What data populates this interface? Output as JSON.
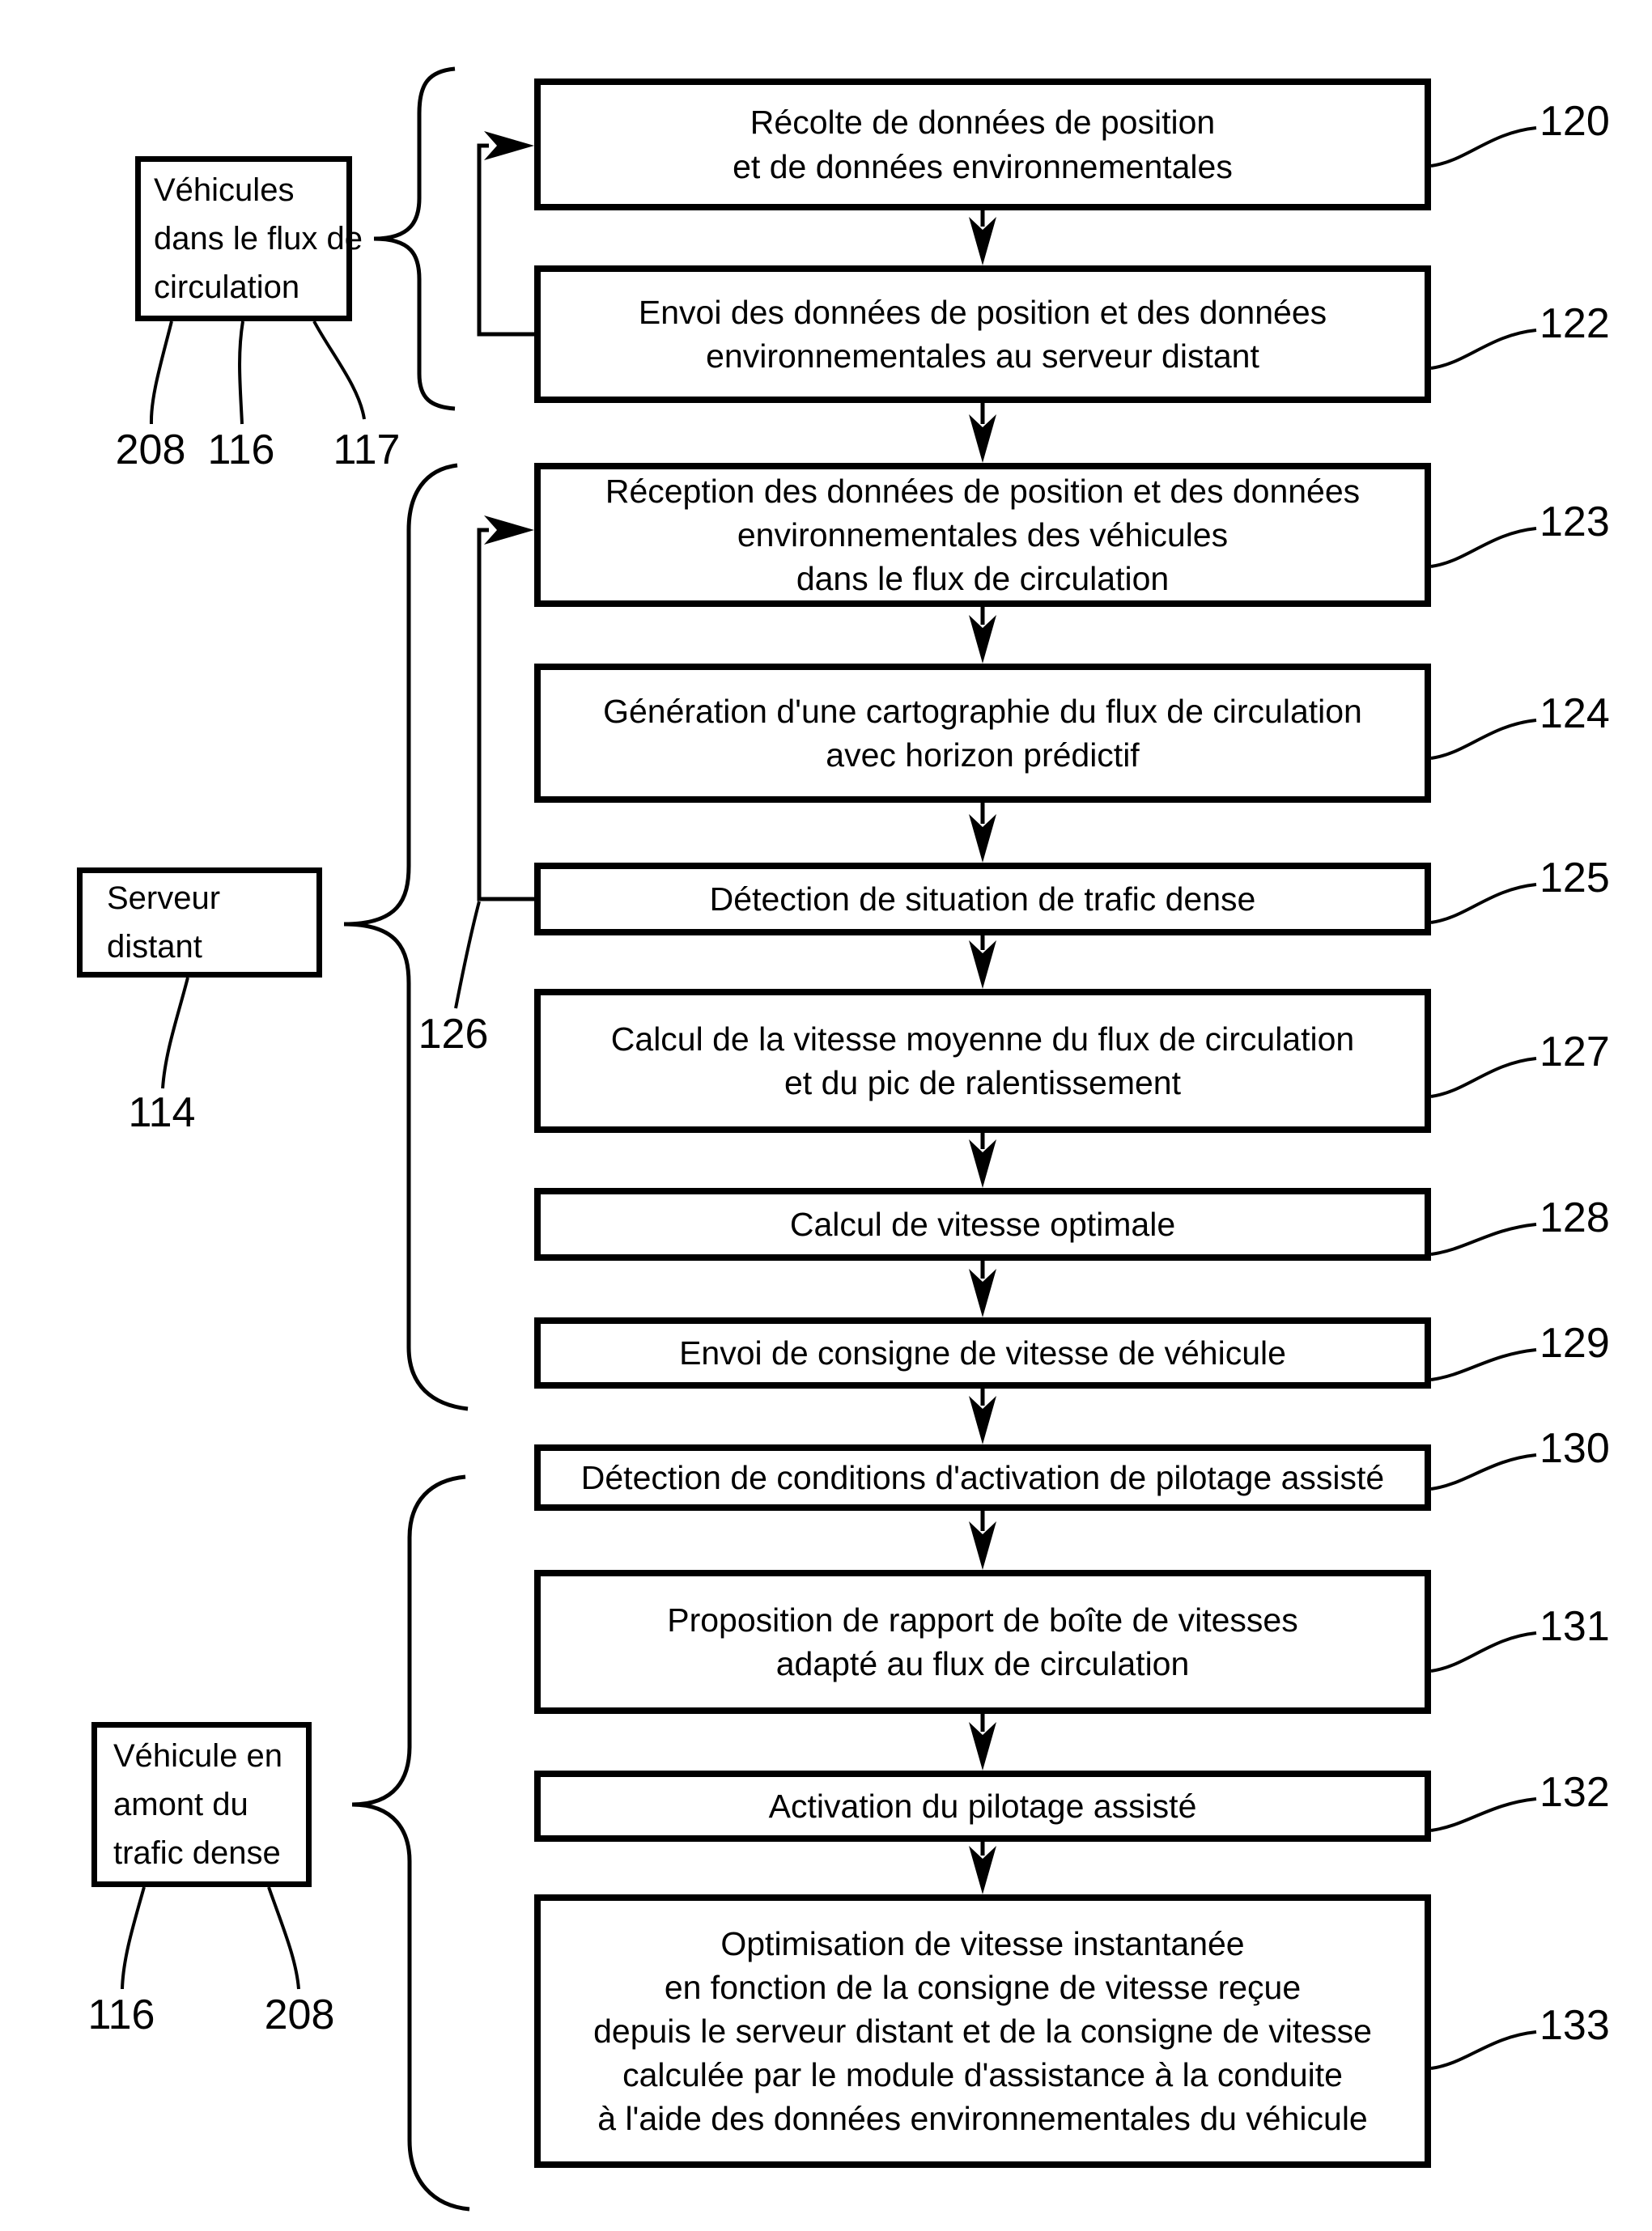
{
  "canvas": {
    "background": "#ffffff",
    "ink": "#000000"
  },
  "flow": [
    {
      "ref": "120",
      "lines": [
        "Récolte de données de position",
        "et de données environnementales"
      ]
    },
    {
      "ref": "122",
      "lines": [
        "Envoi des données de position et des données",
        "environnementales au serveur distant"
      ]
    },
    {
      "ref": "123",
      "lines": [
        "Réception des données de position et des données",
        "environnementales des véhicules",
        "dans le flux de circulation"
      ]
    },
    {
      "ref": "124",
      "lines": [
        "Génération d'une cartographie du flux de circulation",
        "avec horizon prédictif"
      ]
    },
    {
      "ref": "125",
      "lines": [
        "Détection de situation de trafic dense"
      ]
    },
    {
      "ref": "127",
      "lines": [
        "Calcul de la vitesse moyenne du flux de circulation",
        "et du pic de ralentissement"
      ]
    },
    {
      "ref": "128",
      "lines": [
        "Calcul de vitesse optimale"
      ]
    },
    {
      "ref": "129",
      "lines": [
        "Envoi de consigne de vitesse de véhicule"
      ]
    },
    {
      "ref": "130",
      "lines": [
        "Détection de conditions d'activation de pilotage assisté"
      ]
    },
    {
      "ref": "131",
      "lines": [
        "Proposition de rapport de boîte de vitesses",
        "adapté au flux de circulation"
      ]
    },
    {
      "ref": "132",
      "lines": [
        "Activation du pilotage assisté"
      ]
    },
    {
      "ref": "133",
      "lines": [
        "Optimisation de vitesse instantanée",
        "en fonction de la consigne de vitesse reçue",
        "depuis le serveur distant et de la consigne de vitesse",
        "calculée par le module d'assistance à la conduite",
        "à l'aide des données environnementales du véhicule"
      ]
    }
  ],
  "groups": [
    {
      "label_lines": [
        "Véhicules",
        "dans le flux de",
        "circulation"
      ],
      "refs": [
        "208",
        "116",
        "117"
      ]
    },
    {
      "label_lines": [
        "Serveur",
        "distant"
      ],
      "refs": [
        "114"
      ]
    },
    {
      "label_lines": [
        "Véhicule en",
        "amont du",
        "trafic dense"
      ],
      "refs": [
        "116",
        "208"
      ]
    }
  ],
  "loop_ref": "126"
}
